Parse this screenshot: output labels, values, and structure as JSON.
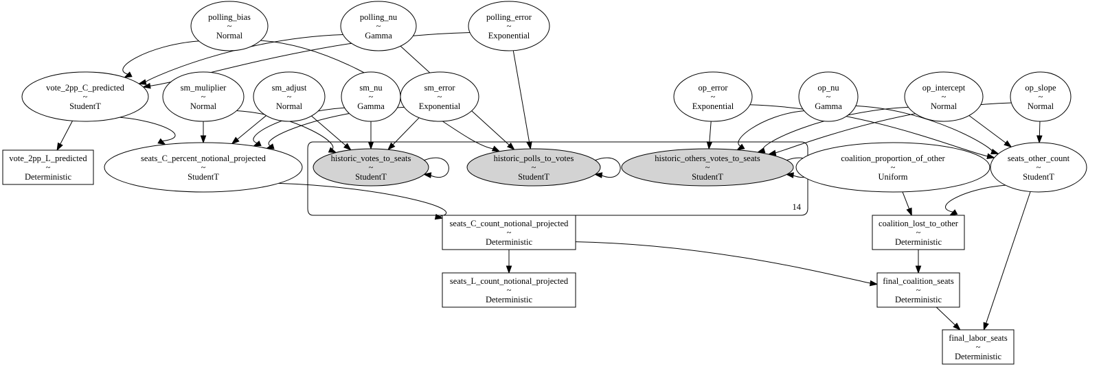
{
  "colors": {
    "observed_fill": "#d3d3d3",
    "latent_fill": "#ffffff",
    "stroke": "#000000"
  },
  "plate": {
    "label": "14"
  },
  "nodes": [
    {
      "id": "polling_bias",
      "name": "polling_bias",
      "tilde": "~",
      "dist": "Normal",
      "shape": "ellipse",
      "observed": false
    },
    {
      "id": "polling_nu",
      "name": "polling_nu",
      "tilde": "~",
      "dist": "Gamma",
      "shape": "ellipse",
      "observed": false
    },
    {
      "id": "polling_error",
      "name": "polling_error",
      "tilde": "~",
      "dist": "Exponential",
      "shape": "ellipse",
      "observed": false
    },
    {
      "id": "vote_2pp_C_predicted",
      "name": "vote_2pp_C_predicted",
      "tilde": "~",
      "dist": "StudentT",
      "shape": "ellipse",
      "observed": false
    },
    {
      "id": "sm_muliplier",
      "name": "sm_muliplier",
      "tilde": "~",
      "dist": "Normal",
      "shape": "ellipse",
      "observed": false
    },
    {
      "id": "sm_adjust",
      "name": "sm_adjust",
      "tilde": "~",
      "dist": "Normal",
      "shape": "ellipse",
      "observed": false
    },
    {
      "id": "sm_nu",
      "name": "sm_nu",
      "tilde": "~",
      "dist": "Gamma",
      "shape": "ellipse",
      "observed": false
    },
    {
      "id": "sm_error",
      "name": "sm_error",
      "tilde": "~",
      "dist": "Exponential",
      "shape": "ellipse",
      "observed": false
    },
    {
      "id": "op_error",
      "name": "op_error",
      "tilde": "~",
      "dist": "Exponential",
      "shape": "ellipse",
      "observed": false
    },
    {
      "id": "op_nu",
      "name": "op_nu",
      "tilde": "~",
      "dist": "Gamma",
      "shape": "ellipse",
      "observed": false
    },
    {
      "id": "op_intercept",
      "name": "op_intercept",
      "tilde": "~",
      "dist": "Normal",
      "shape": "ellipse",
      "observed": false
    },
    {
      "id": "op_slope",
      "name": "op_slope",
      "tilde": "~",
      "dist": "Normal",
      "shape": "ellipse",
      "observed": false
    },
    {
      "id": "vote_2pp_L_predicted",
      "name": "vote_2pp_L_predicted",
      "tilde": "~",
      "dist": "Deterministic",
      "shape": "box",
      "observed": false
    },
    {
      "id": "seats_C_percent_notional_projected",
      "name": "seats_C_percent_notional_projected",
      "tilde": "~",
      "dist": "StudentT",
      "shape": "ellipse",
      "observed": false
    },
    {
      "id": "historic_votes_to_seats",
      "name": "historic_votes_to_seats",
      "tilde": "~",
      "dist": "StudentT",
      "shape": "ellipse",
      "observed": true
    },
    {
      "id": "historic_polls_to_votes",
      "name": "historic_polls_to_votes",
      "tilde": "~",
      "dist": "StudentT",
      "shape": "ellipse",
      "observed": true
    },
    {
      "id": "historic_others_votes_to_seats",
      "name": "historic_others_votes_to_seats",
      "tilde": "~",
      "dist": "StudentT",
      "shape": "ellipse",
      "observed": true
    },
    {
      "id": "coalition_proportion_of_other",
      "name": "coalition_proportion_of_other",
      "tilde": "~",
      "dist": "Uniform",
      "shape": "ellipse",
      "observed": false
    },
    {
      "id": "seats_other_count",
      "name": "seats_other_count",
      "tilde": "~",
      "dist": "StudentT",
      "shape": "ellipse",
      "observed": false
    },
    {
      "id": "seats_C_count_notional_projected",
      "name": "seats_C_count_notional_projected",
      "tilde": "~",
      "dist": "Deterministic",
      "shape": "box",
      "observed": false
    },
    {
      "id": "seats_L_count_notional_projected",
      "name": "seats_L_count_notional_projected",
      "tilde": "~",
      "dist": "Deterministic",
      "shape": "box",
      "observed": false
    },
    {
      "id": "coalition_lost_to_other",
      "name": "coalition_lost_to_other",
      "tilde": "~",
      "dist": "Deterministic",
      "shape": "box",
      "observed": false
    },
    {
      "id": "final_coalition_seats",
      "name": "final_coalition_seats",
      "tilde": "~",
      "dist": "Deterministic",
      "shape": "box",
      "observed": false
    },
    {
      "id": "final_labor_seats",
      "name": "final_labor_seats",
      "tilde": "~",
      "dist": "Deterministic",
      "shape": "box",
      "observed": false
    }
  ],
  "edges": [
    {
      "from": "polling_bias",
      "to": "vote_2pp_C_predicted"
    },
    {
      "from": "polling_nu",
      "to": "vote_2pp_C_predicted"
    },
    {
      "from": "polling_error",
      "to": "vote_2pp_C_predicted"
    },
    {
      "from": "polling_bias",
      "to": "historic_polls_to_votes"
    },
    {
      "from": "polling_nu",
      "to": "historic_polls_to_votes"
    },
    {
      "from": "polling_error",
      "to": "historic_polls_to_votes"
    },
    {
      "from": "vote_2pp_C_predicted",
      "to": "vote_2pp_L_predicted"
    },
    {
      "from": "vote_2pp_C_predicted",
      "to": "seats_C_percent_notional_projected"
    },
    {
      "from": "sm_muliplier",
      "to": "seats_C_percent_notional_projected"
    },
    {
      "from": "sm_adjust",
      "to": "seats_C_percent_notional_projected"
    },
    {
      "from": "sm_nu",
      "to": "seats_C_percent_notional_projected"
    },
    {
      "from": "sm_error",
      "to": "seats_C_percent_notional_projected"
    },
    {
      "from": "sm_muliplier",
      "to": "historic_votes_to_seats"
    },
    {
      "from": "sm_adjust",
      "to": "historic_votes_to_seats"
    },
    {
      "from": "sm_nu",
      "to": "historic_votes_to_seats"
    },
    {
      "from": "sm_error",
      "to": "historic_votes_to_seats"
    },
    {
      "from": "historic_votes_to_seats",
      "to": "historic_votes_to_seats"
    },
    {
      "from": "historic_polls_to_votes",
      "to": "historic_polls_to_votes"
    },
    {
      "from": "historic_others_votes_to_seats",
      "to": "historic_others_votes_to_seats"
    },
    {
      "from": "op_error",
      "to": "historic_others_votes_to_seats"
    },
    {
      "from": "op_nu",
      "to": "historic_others_votes_to_seats"
    },
    {
      "from": "op_intercept",
      "to": "historic_others_votes_to_seats"
    },
    {
      "from": "op_slope",
      "to": "historic_others_votes_to_seats"
    },
    {
      "from": "op_error",
      "to": "seats_other_count"
    },
    {
      "from": "op_nu",
      "to": "seats_other_count"
    },
    {
      "from": "op_intercept",
      "to": "seats_other_count"
    },
    {
      "from": "op_slope",
      "to": "seats_other_count"
    },
    {
      "from": "seats_C_percent_notional_projected",
      "to": "seats_C_count_notional_projected"
    },
    {
      "from": "seats_C_count_notional_projected",
      "to": "seats_L_count_notional_projected"
    },
    {
      "from": "seats_C_count_notional_projected",
      "to": "final_coalition_seats"
    },
    {
      "from": "coalition_proportion_of_other",
      "to": "coalition_lost_to_other"
    },
    {
      "from": "seats_other_count",
      "to": "coalition_lost_to_other"
    },
    {
      "from": "coalition_lost_to_other",
      "to": "final_coalition_seats"
    },
    {
      "from": "seats_other_count",
      "to": "final_labor_seats"
    },
    {
      "from": "final_coalition_seats",
      "to": "final_labor_seats"
    }
  ]
}
